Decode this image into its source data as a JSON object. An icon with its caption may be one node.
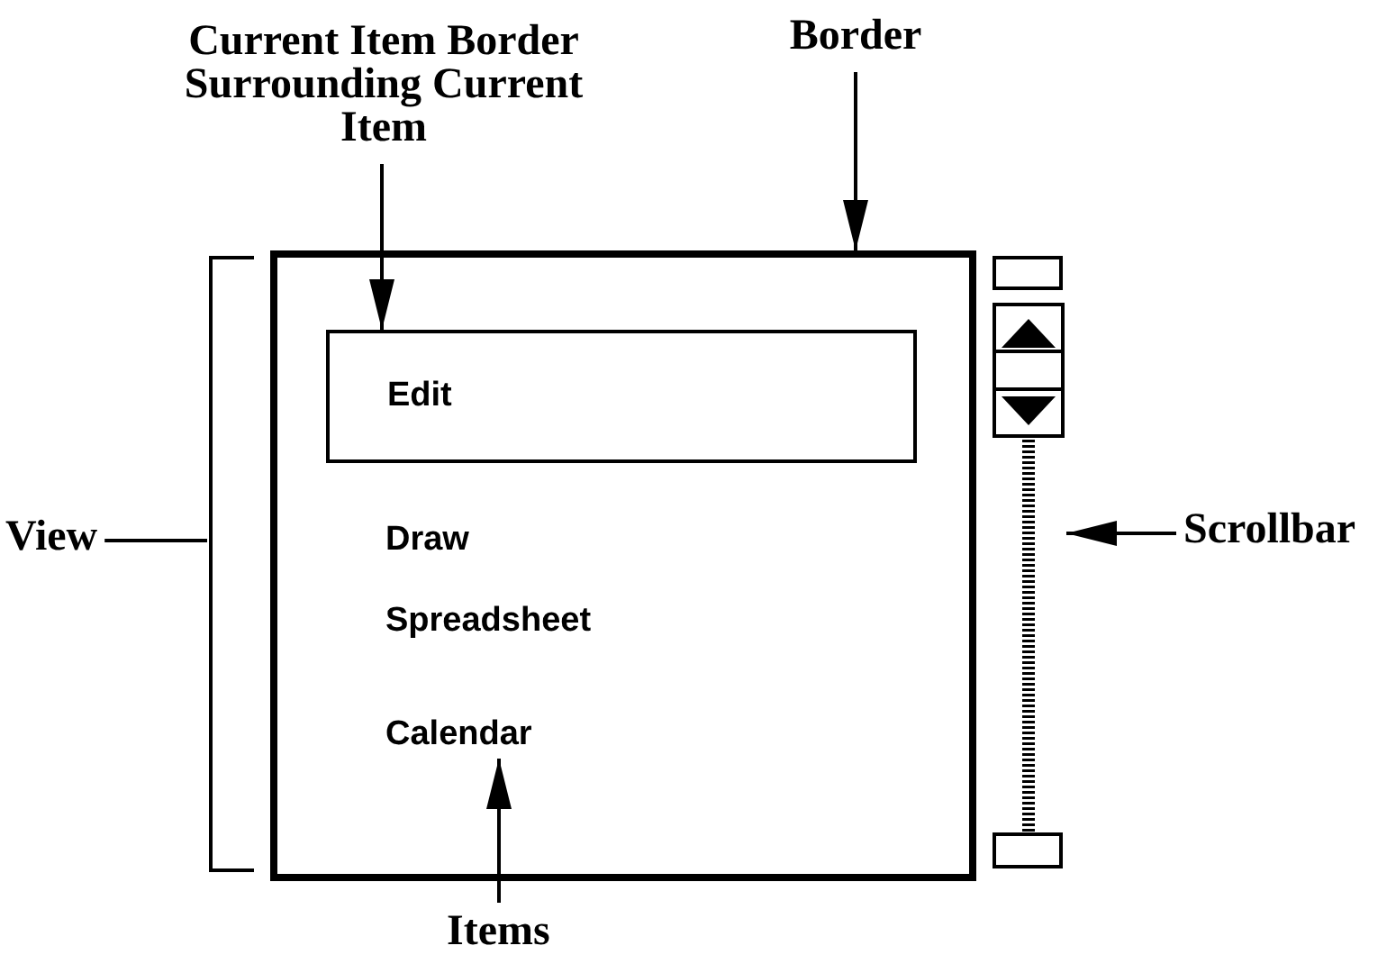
{
  "diagram": {
    "nodes": [
      {
        "text": [
          "Current Item Border Surrounding Current Item"
        ]
      },
      {
        "text": [
          "Border"
        ]
      },
      {
        "text": [],
        "shape": "box"
      },
      {
        "text": [
          "Edit"
        ],
        "in": 2
      },
      {
        "text": [
          "Calendar"
        ],
        "in": 2
      },
      {
        "text": [],
        "shape": "bracket"
      },
      {
        "text": [
          "View"
        ]
      },
      {
        "text": [],
        "shape": "bar"
      },
      {
        "text": [
          "Scrollbar"
        ]
      },
      {
        "text": [
          "Items"
        ]
      }
    ],
    "edges": [
      {
        "from": 0,
        "to": 3,
        "arrow": "to"
      },
      {
        "from": 1,
        "to": 2,
        "arrow": "to"
      },
      {
        "from": 6,
        "to": 5,
        "arrow": "none"
      },
      {
        "from": 8,
        "to": 7,
        "arrow": "to"
      },
      {
        "from": 9,
        "to": 4,
        "arrow": "to"
      }
    ],
    "labels": [
      "Draw",
      "Spreadsheet"
    ]
  }
}
